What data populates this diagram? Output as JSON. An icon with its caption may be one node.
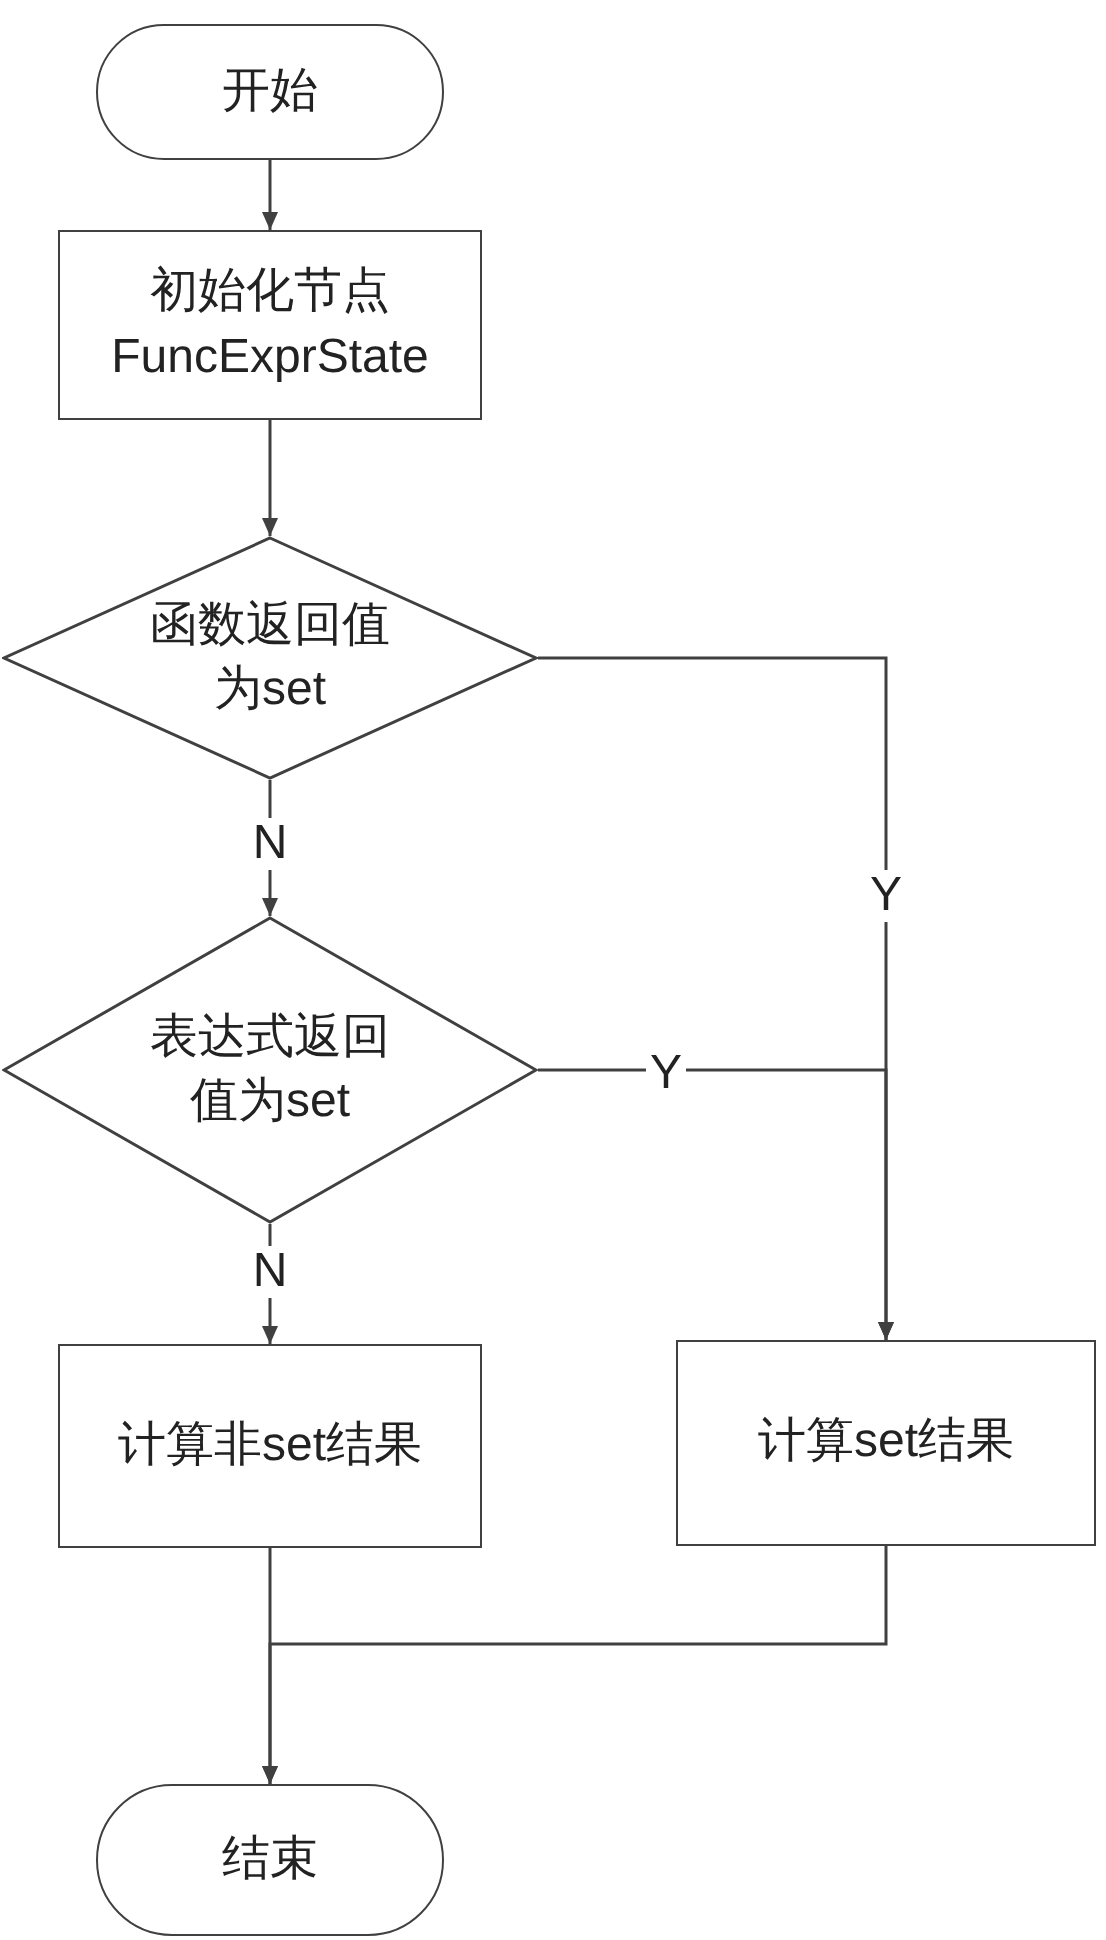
{
  "diagram": {
    "nodes": [
      {
        "text": [
          "开始"
        ]
      },
      {
        "text": [
          "初始化节点FuncExprState"
        ]
      },
      {
        "text": [
          "函数返回值为set"
        ]
      },
      {
        "text": [
          "表达式返回值为set"
        ]
      },
      {
        "text": [
          "计算非set结果"
        ]
      },
      {
        "text": [
          "计算set结果"
        ]
      },
      {
        "text": [
          "结束"
        ]
      }
    ],
    "edges": [
      {
        "from": 0,
        "to": 1,
        "arrow": "to"
      },
      {
        "from": 1,
        "to": 2,
        "arrow": "to"
      },
      {
        "from": 2,
        "to": 3,
        "arrow": "to",
        "label": "N"
      },
      {
        "from": 2,
        "to": 5,
        "arrow": "to",
        "label": "Y"
      },
      {
        "from": 3,
        "to": 5,
        "arrow": "to",
        "label": "Y"
      },
      {
        "from": 3,
        "to": 4,
        "arrow": "to",
        "label": "N"
      },
      {
        "from": 4,
        "to": 6,
        "arrow": "to"
      },
      {
        "from": 5,
        "to": 6,
        "arrow": "to"
      }
    ]
  }
}
